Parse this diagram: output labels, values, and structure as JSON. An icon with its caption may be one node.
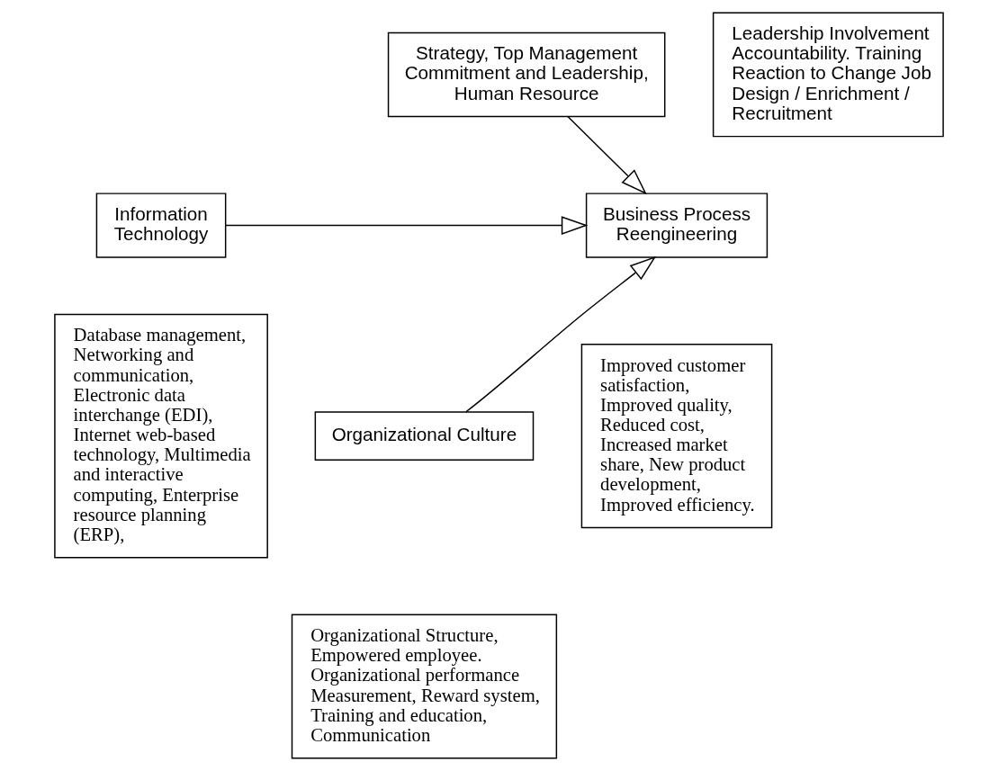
{
  "diagram": {
    "nodes": [
      {
        "text": [
          "Strategy, Top Management Commitment and Leadership, Human Resource"
        ]
      },
      {
        "text": [
          "Leadership Involvement Accountability. Training Reaction to Change Job Design / Enrichment / Recruitment"
        ]
      },
      {
        "text": [
          "Information Technology"
        ]
      },
      {
        "text": [
          "Database management, Networking and communication, Electronic data interchange (EDI), Internet web-based technology, Multimedia and interactive computing, Enterprise resource planning (ERP),"
        ]
      },
      {
        "text": [
          "Business Process Reengineering"
        ]
      },
      {
        "text": [
          "Improved customer satisfaction, Improved quality, Reduced cost, Increased market share, New product development, Improved efficiency."
        ]
      },
      {
        "text": [
          "Organizational Culture"
        ]
      },
      {
        "text": [
          "Organizational Structure, Empowered employee. Organizational performance Measurement, Reward system, Training and education, Communication"
        ]
      }
    ],
    "edges": [
      {
        "from": 0,
        "to": 4,
        "arrow": "to"
      },
      {
        "from": 2,
        "to": 4,
        "arrow": "to"
      },
      {
        "from": 6,
        "to": 4,
        "arrow": "to"
      }
    ]
  }
}
